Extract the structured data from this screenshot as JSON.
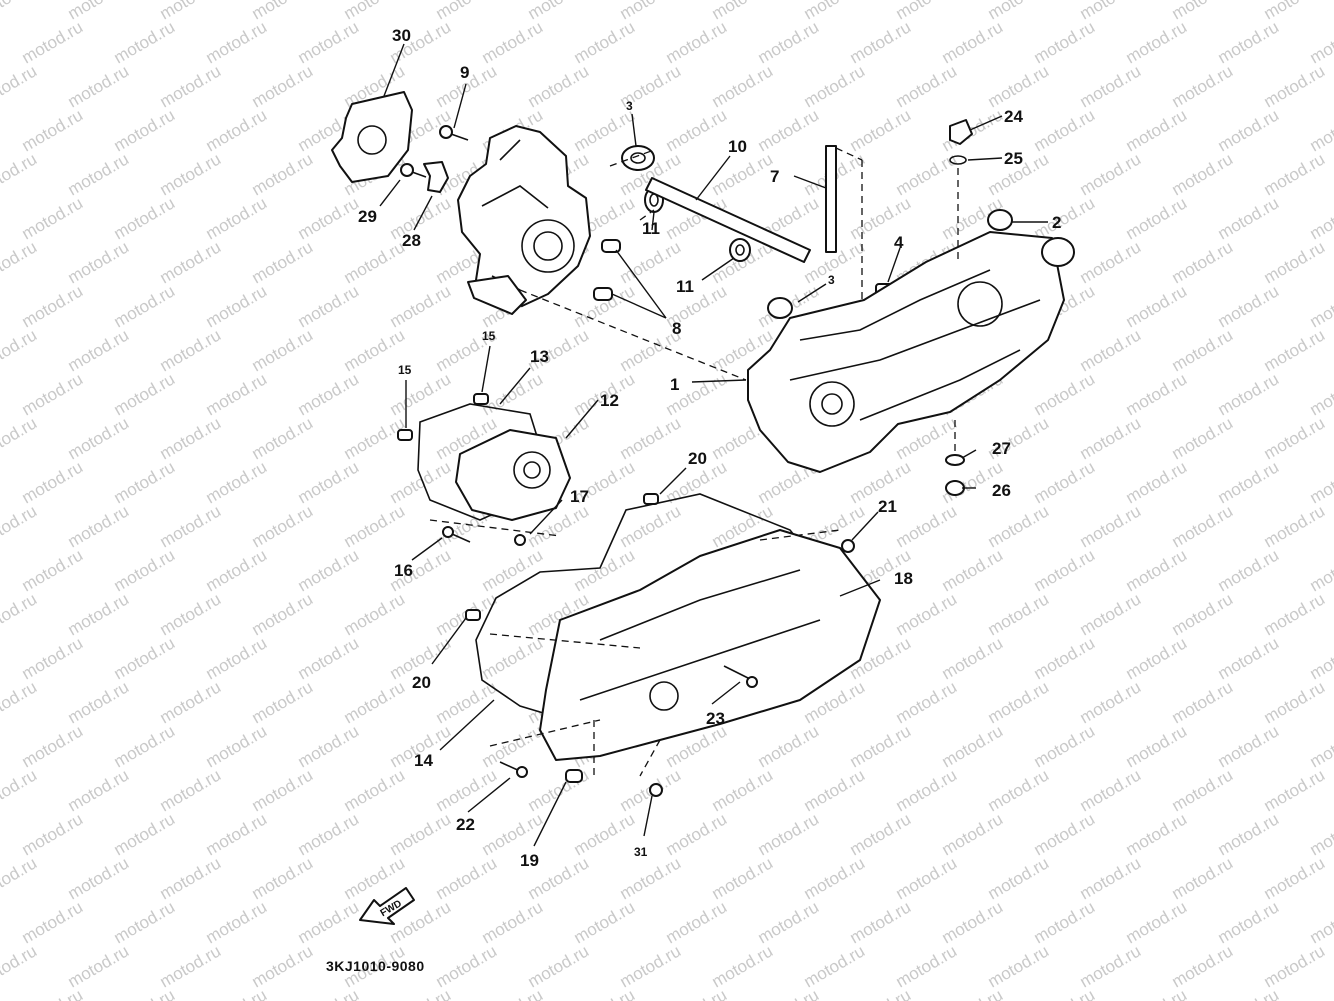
{
  "watermark": "motod.ru",
  "diagram_code": "3KJ1010-9080",
  "fwd_label": "FWD",
  "callouts": [
    "30",
    "9",
    "3",
    "10",
    "7",
    "24",
    "25",
    "2",
    "29",
    "28",
    "11",
    "11",
    "4",
    "3",
    "8",
    "1",
    "15",
    "13",
    "15",
    "12",
    "27",
    "26",
    "20",
    "17",
    "21",
    "16",
    "18",
    "20",
    "14",
    "23",
    "22",
    "19",
    "31"
  ]
}
